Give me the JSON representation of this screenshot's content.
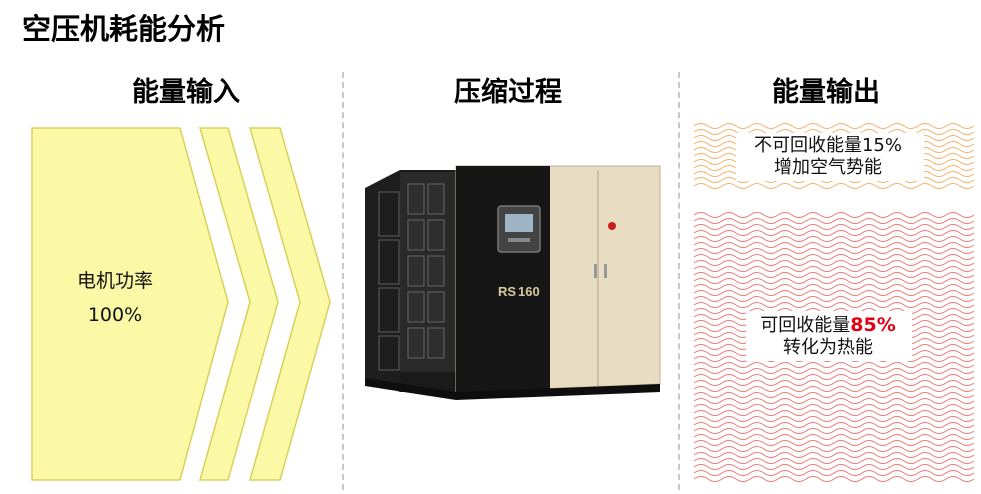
{
  "title": "空压机耗能分析",
  "columns": {
    "input": {
      "heading": "能量输入",
      "label_line1": "电机功率",
      "label_line2": "100%"
    },
    "process": {
      "heading": "压缩过程",
      "badge_model": "RS",
      "badge_number": "160"
    },
    "output": {
      "heading": "能量输出",
      "unrecoverable_line1": "不可回收能量15%",
      "unrecoverable_line2": "增加空气势能",
      "recoverable_prefix": "可回收能量",
      "recoverable_pct": "85%",
      "recoverable_line2": "转化为热能"
    }
  },
  "colors": {
    "arrow_fill": "#fbf9a6",
    "arrow_stroke": "#d8d15a",
    "wave_orange": "#f5b26b",
    "wave_red": "#ec7a7a",
    "accent_red": "#e00012"
  }
}
